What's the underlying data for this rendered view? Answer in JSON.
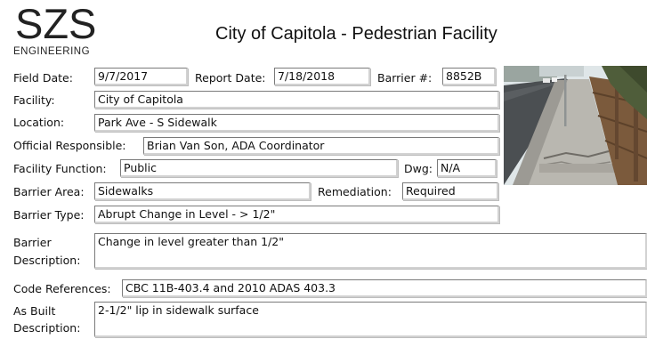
{
  "header": {
    "logo_text": "SZS",
    "logo_subtext": "ENGINEERING",
    "title": "City of Capitola - Pedestrian Facility"
  },
  "form": {
    "field_date": {
      "label": "Field Date:",
      "value": "9/7/2017"
    },
    "report_date": {
      "label": "Report Date:",
      "value": "7/18/2018"
    },
    "barrier_no": {
      "label": "Barrier #:",
      "value": "8852B"
    },
    "facility": {
      "label": "Facility:",
      "value": "City of Capitola"
    },
    "location": {
      "label": "Location:",
      "value": "Park Ave - S Sidewalk"
    },
    "official": {
      "label": "Official Responsible:",
      "value": "Brian Van Son, ADA Coordinator"
    },
    "facility_function": {
      "label": "Facility Function:",
      "value": "Public"
    },
    "dwg": {
      "label": "Dwg:",
      "value": "N/A"
    },
    "barrier_area": {
      "label": "Barrier Area:",
      "value": "Sidewalks"
    },
    "remediation": {
      "label": "Remediation:",
      "value": "Required"
    },
    "barrier_type": {
      "label": "Barrier Type:",
      "value": "Abrupt Change in Level - > 1/2\""
    },
    "barrier_description": {
      "label_line1": "Barrier",
      "label_line2": "Description:",
      "value": "Change in level greater than 1/2\""
    },
    "code_references": {
      "label": "Code References:",
      "value": "CBC 11B-403.4 and 2010 ADAS 403.3"
    },
    "as_built": {
      "label_line1": "As Built",
      "label_line2": "Description:",
      "value": "2-1/2\" lip in sidewalk surface"
    }
  },
  "photo": {
    "subject": "sidewalk-photo",
    "colors": {
      "sky": "#dfe6e8",
      "road": "#4b4f52",
      "sidewalk": "#b9b7b0",
      "foliage": "#4f5d3a",
      "fence": "#7b5a3c"
    }
  }
}
